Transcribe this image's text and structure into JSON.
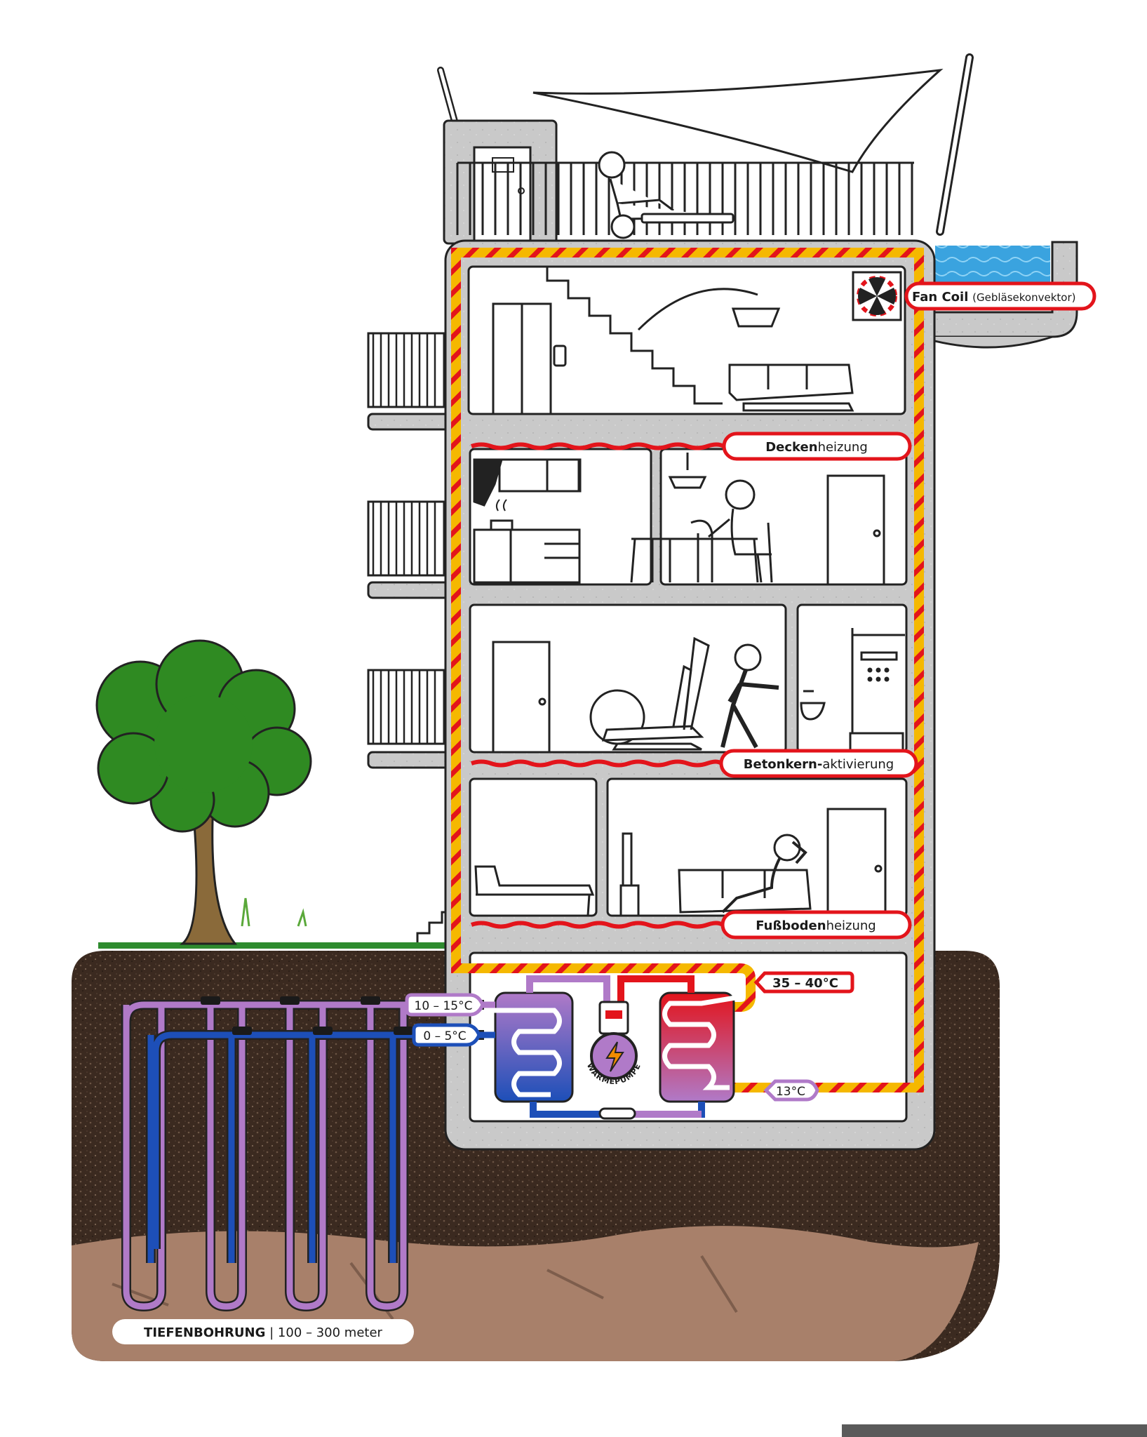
{
  "labels": {
    "fan_coil_bold": "Fan Coil",
    "fan_coil_rest": "(Gebläsekonvektor)",
    "ceiling_bold": "Decken",
    "ceiling_rest": "heizung",
    "core_bold": "Betonkern-",
    "core_rest": "aktivierung",
    "floor_bold": "Fußboden",
    "floor_rest": "heizung",
    "supply_temp": "35 – 40°C",
    "return_temp": "13°C",
    "ground_warm": "10 – 15°C",
    "ground_cold": "0 – 5°C",
    "heat_pump": "WÄRMEPUMPE",
    "drilling_bold": "TIEFENBOHRUNG",
    "drilling_rest": "| 100 – 300 meter"
  },
  "colors": {
    "concrete": "#c9c9c9",
    "soil": "#3b2a20",
    "rock": "#a8806a",
    "grass": "#2e8b2e",
    "tree_leaves": "#2f8a22",
    "tree_trunk": "#8a6a3a",
    "water": "#3aa3df",
    "heat_red": "#e3141b",
    "pipe_yellow": "#f5b800",
    "ground_violet": "#b07ac8",
    "ground_blue": "#1d4fb8"
  }
}
